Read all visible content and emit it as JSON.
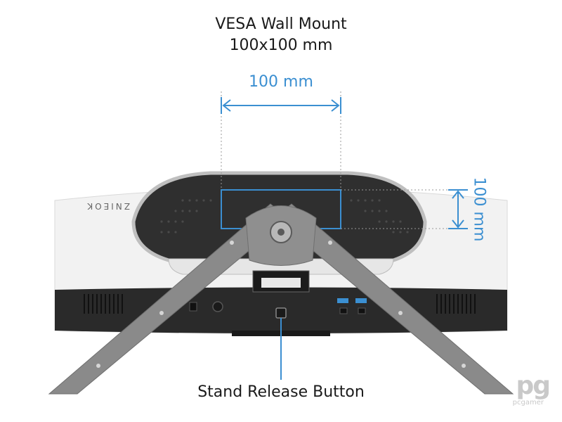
{
  "labels": {
    "title_line1": "VESA Wall Mount",
    "title_line2": "100x100 mm",
    "horizontal_dimension": "100 mm",
    "vertical_dimension": "100 mm",
    "stand_release": "Stand Release Button"
  },
  "logo": {
    "monitor_brand_mirrored": "ZNIEOK",
    "watermark_main": "pg",
    "watermark_sub": "pcgamer"
  },
  "colors": {
    "accent_blue": "#3b8fd1",
    "monitor_white": "#f2f2f2",
    "monitor_dark": "#2a2a2a",
    "stand_gray": "#8a8a8a"
  }
}
